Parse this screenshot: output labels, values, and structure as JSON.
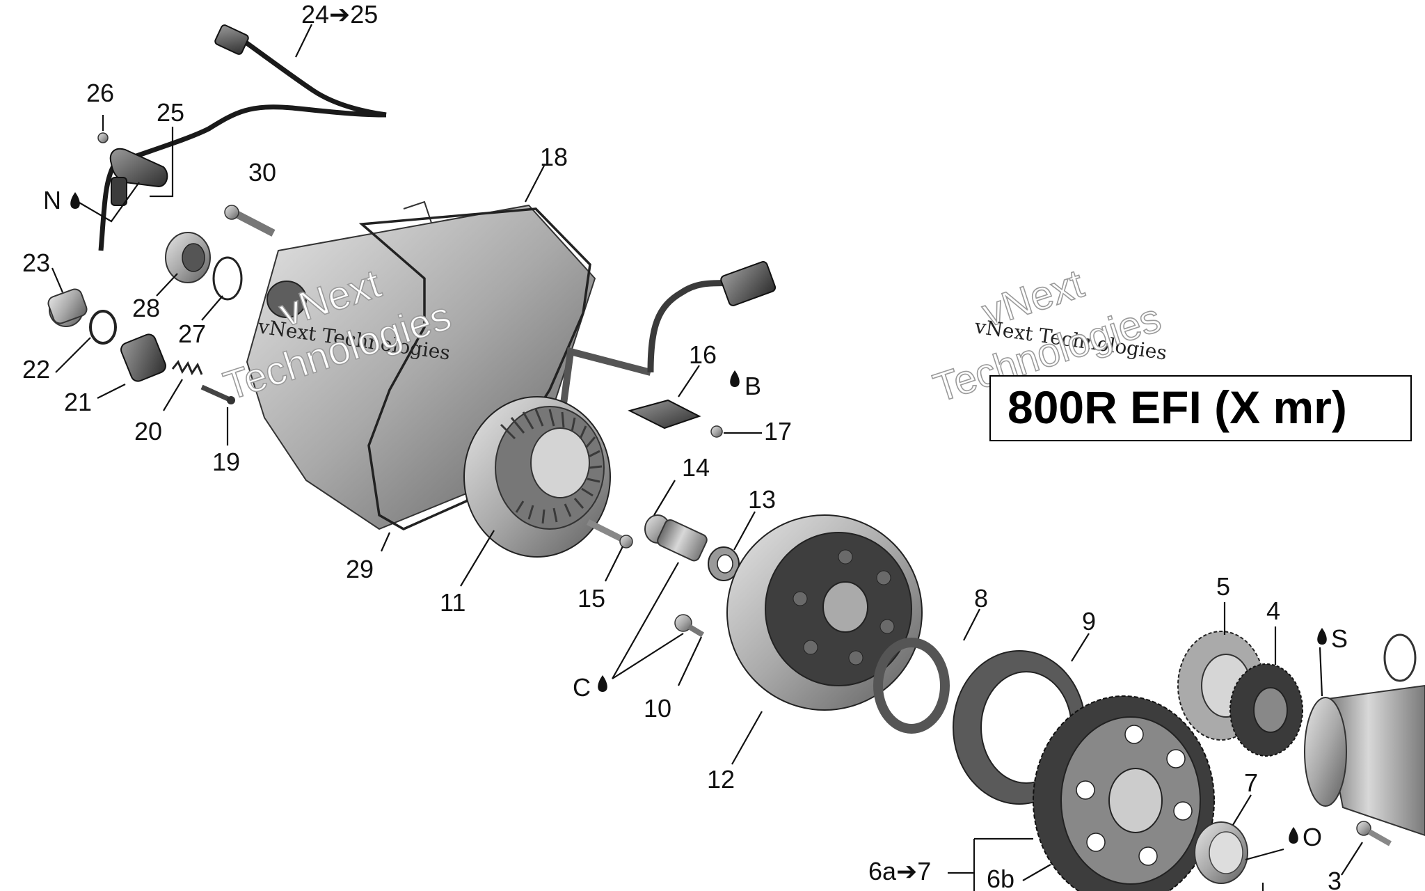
{
  "title_box": {
    "text": "800R EFI (X mr)"
  },
  "watermarks": [
    {
      "line1": "vNext",
      "line2": "vNext Technologies",
      "line3": "Technologies"
    },
    {
      "line1": "vNext",
      "line2": "vNext Technologies",
      "line3": "Technologies"
    }
  ],
  "callouts": {
    "c24_25": "24➔25",
    "c26": "26",
    "c25": "25",
    "cN": "N",
    "c30": "30",
    "c18": "18",
    "c23": "23",
    "c28": "28",
    "c27": "27",
    "c22": "22",
    "c21": "21",
    "c20": "20",
    "c19": "19",
    "c16": "16",
    "cB": "B",
    "c17": "17",
    "c14": "14",
    "c13": "13",
    "c29": "29",
    "c11": "11",
    "c15": "15",
    "cC": "C",
    "c10": "10",
    "c12": "12",
    "c8": "8",
    "c9": "9",
    "c5": "5",
    "c4": "4",
    "cS": "S",
    "c7": "7",
    "cO": "O",
    "c6a7": "6a➔7",
    "c6b": "6b",
    "c3": "3"
  },
  "colors": {
    "part_fill": "#bdbdbd",
    "part_dark": "#5a5a5a",
    "ink": "#111111"
  }
}
